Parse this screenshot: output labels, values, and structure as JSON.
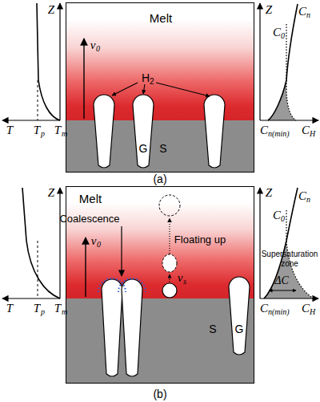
{
  "diagram": {
    "nodes": [
      {
        "text": [
          "Melt"
        ]
      },
      {
        "text": [
          "S"
        ]
      },
      {
        "text": [
          "G"
        ],
        "in": 1
      },
      {
        "text": [
          "Melt"
        ]
      },
      {
        "text": [
          "S"
        ]
      },
      {
        "text": [
          "G"
        ],
        "in": 4
      }
    ],
    "labels": [
      "Z",
      "T",
      "T",
      "p",
      "T",
      "m",
      "H",
      "2",
      "v",
      "0",
      "Z",
      "C",
      "n",
      "C",
      "0",
      "C",
      "n(min)",
      "C",
      "H",
      "(a)",
      "Z",
      "T",
      "T",
      "p",
      "T",
      "m",
      "Coalescence",
      "v",
      "0",
      "Floating up",
      "v",
      "s",
      "Z",
      "C",
      "n",
      "C",
      "0",
      "Supersaturation zone",
      "ΔC",
      "C",
      "n(min)",
      "C",
      "H",
      "(b)"
    ]
  }
}
